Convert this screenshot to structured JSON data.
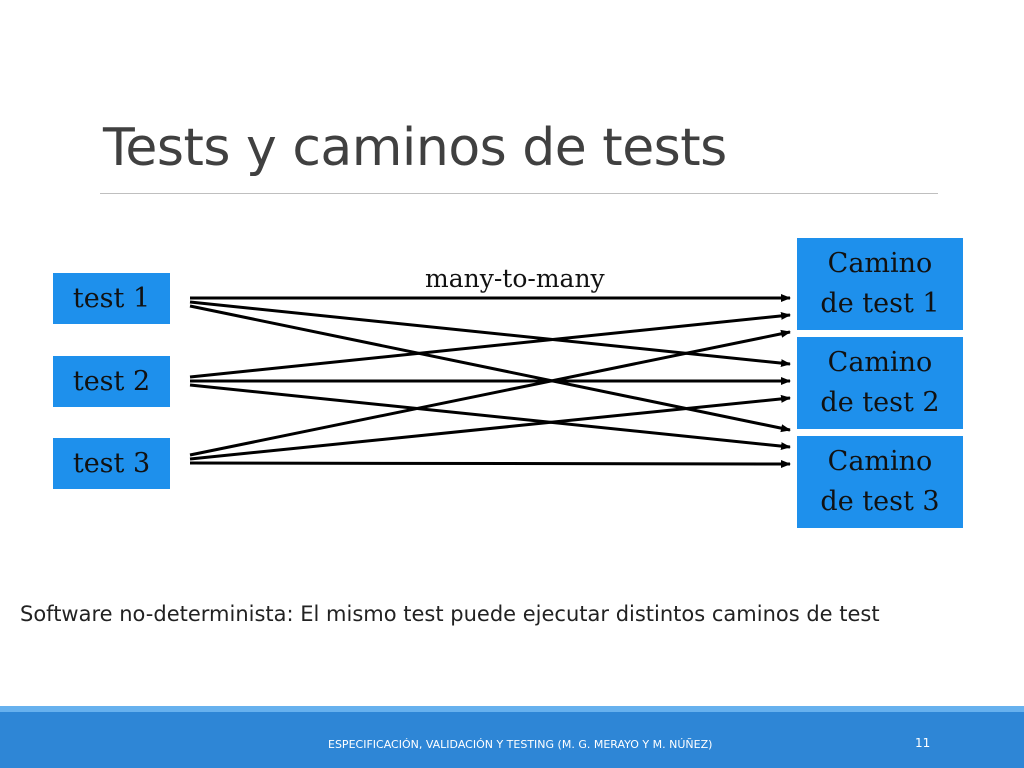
{
  "slide": {
    "title": "Tests y caminos de tests",
    "relation_label": "many-to-many",
    "note": "Software no-determinista: El mismo test puede ejecutar distintos caminos de test",
    "footer": "ESPECIFICACIÓN, VALIDACIÓN Y TESTING (M. G. MERAYO Y M. NÚÑEZ)",
    "page_number": "11"
  },
  "diagram": {
    "tests": [
      "test 1",
      "test 2",
      "test 3"
    ],
    "paths": [
      {
        "line1": "Camino",
        "line2": "de test 1"
      },
      {
        "line1": "Camino",
        "line2": "de test 2"
      },
      {
        "line1": "Camino",
        "line2": "de test 3"
      }
    ],
    "edges": [
      {
        "from": 0,
        "to": 0
      },
      {
        "from": 0,
        "to": 1
      },
      {
        "from": 0,
        "to": 2
      },
      {
        "from": 1,
        "to": 0
      },
      {
        "from": 1,
        "to": 1
      },
      {
        "from": 1,
        "to": 2
      },
      {
        "from": 2,
        "to": 0
      },
      {
        "from": 2,
        "to": 1
      },
      {
        "from": 2,
        "to": 2
      }
    ],
    "box_color": "#1e90ec",
    "arrow_color": "#000000"
  }
}
